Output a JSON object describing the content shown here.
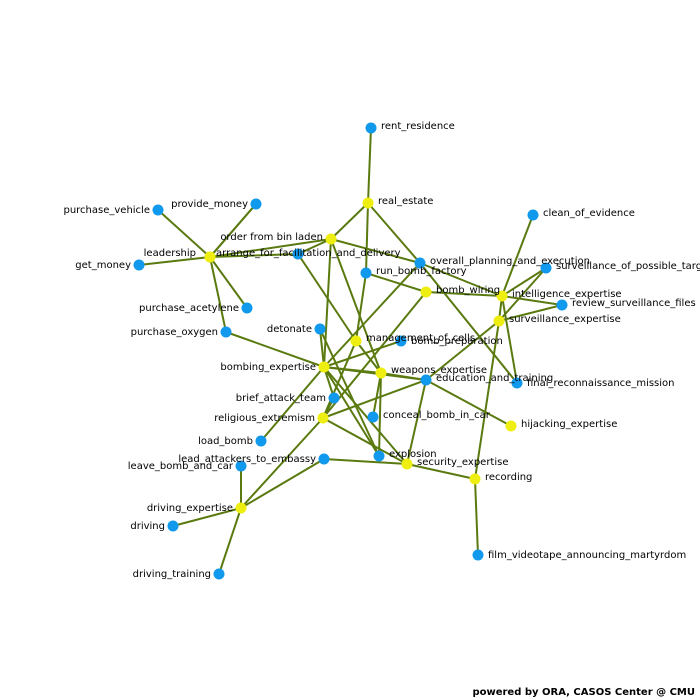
{
  "colors": {
    "background": "#ffffff",
    "edge": "#5a7a10",
    "task_node": "#1199ee",
    "knowledge_node": "#eeee11",
    "label": "#000000"
  },
  "footer": "powered by ORA, CASOS Center @ CMU",
  "nodes": [
    {
      "id": "rent_residence",
      "label": "rent_residence",
      "type": "task",
      "labelSide": "right"
    },
    {
      "id": "real_estate",
      "label": "real_estate",
      "type": "knowledge",
      "labelSide": "right"
    },
    {
      "id": "order_bin_laden",
      "label": "order from bin laden",
      "type": "knowledge",
      "labelSide": "left"
    },
    {
      "id": "provide_money",
      "label": "provide_money",
      "type": "task",
      "labelSide": "left"
    },
    {
      "id": "purchase_vehicle",
      "label": "purchase_vehicle",
      "type": "task",
      "labelSide": "left"
    },
    {
      "id": "arrange_facilitation",
      "label": "arrange_for_facilitation_and_delivery",
      "type": "knowledge",
      "labelSide": "left"
    },
    {
      "id": "leadership",
      "label": "leadership",
      "type": "knowledge",
      "labelSide": "left"
    },
    {
      "id": "get_money",
      "label": "get_money",
      "type": "task",
      "labelSide": "left"
    },
    {
      "id": "task_298_254",
      "label": "",
      "type": "task",
      "labelSide": "none"
    },
    {
      "id": "overall_planning",
      "label": "overall_planning_and_execution",
      "type": "task",
      "labelSide": "right"
    },
    {
      "id": "run_bomb_factory",
      "label": "run_bomb_factory",
      "type": "task",
      "labelSide": "right"
    },
    {
      "id": "bomb_wiring",
      "label": "bomb_wiring",
      "type": "knowledge",
      "labelSide": "right"
    },
    {
      "id": "clean_of_evidence",
      "label": "clean_of_evidence",
      "type": "task",
      "labelSide": "right"
    },
    {
      "id": "surveillance_possible_targets",
      "label": "surveillance_of_possible_targets",
      "type": "task",
      "labelSide": "right"
    },
    {
      "id": "intelligence_expertise",
      "label": "intelligence_expertise",
      "type": "knowledge",
      "labelSide": "right"
    },
    {
      "id": "review_surveillance_files",
      "label": "review_surveillance_files",
      "type": "task",
      "labelSide": "right"
    },
    {
      "id": "surveillance_expertise",
      "label": "surveillance_expertise",
      "type": "knowledge",
      "labelSide": "right"
    },
    {
      "id": "purchase_acetylene",
      "label": "purchase_acetylene",
      "type": "task",
      "labelSide": "left"
    },
    {
      "id": "purchase_oxygen",
      "label": "purchase_oxygen",
      "type": "task",
      "labelSide": "left"
    },
    {
      "id": "detonate",
      "label": "detonate",
      "type": "task",
      "labelSide": "left"
    },
    {
      "id": "management_of_cells",
      "label": "management_of_cells",
      "type": "knowledge",
      "labelSide": "right"
    },
    {
      "id": "bomb_preparation",
      "label": "bomb_preparation",
      "type": "task",
      "labelSide": "right"
    },
    {
      "id": "bombing_expertise",
      "label": "bombing_expertise",
      "type": "knowledge",
      "labelSide": "left"
    },
    {
      "id": "weapons_expertise",
      "label": "weapons_expertise",
      "type": "knowledge",
      "labelSide": "right"
    },
    {
      "id": "education_training",
      "label": "education_and_training",
      "type": "task",
      "labelSide": "right"
    },
    {
      "id": "final_reconnaissance",
      "label": "final_reconnaissance_mission",
      "type": "task",
      "labelSide": "right"
    },
    {
      "id": "brief_attack_team",
      "label": "brief_attack_team",
      "type": "task",
      "labelSide": "left"
    },
    {
      "id": "religious_extremism",
      "label": "religious_extremism",
      "type": "knowledge",
      "labelSide": "left"
    },
    {
      "id": "conceal_bomb",
      "label": "conceal_bomb_in_car",
      "type": "task",
      "labelSide": "right"
    },
    {
      "id": "hijacking_expertise",
      "label": "hijacking_expertise",
      "type": "knowledge",
      "labelSide": "right"
    },
    {
      "id": "load_bomb",
      "label": "load_bomb",
      "type": "task",
      "labelSide": "left"
    },
    {
      "id": "lead_attackers",
      "label": "lead_attackers_to_embassy",
      "type": "task",
      "labelSide": "left"
    },
    {
      "id": "explosion",
      "label": "explosion",
      "type": "task",
      "labelSide": "right"
    },
    {
      "id": "security_expertise",
      "label": "security_expertise",
      "type": "knowledge",
      "labelSide": "right"
    },
    {
      "id": "recording",
      "label": "recording",
      "type": "knowledge",
      "labelSide": "right"
    },
    {
      "id": "leave_bomb",
      "label": "leave_bomb_and_car",
      "type": "task",
      "labelSide": "left"
    },
    {
      "id": "driving_expertise",
      "label": "driving_expertise",
      "type": "knowledge",
      "labelSide": "left"
    },
    {
      "id": "driving",
      "label": "driving",
      "type": "task",
      "labelSide": "left"
    },
    {
      "id": "driving_training",
      "label": "driving_training",
      "type": "task",
      "labelSide": "left"
    },
    {
      "id": "film_videotape",
      "label": "film_videotape_announcing_martyrdom",
      "type": "task",
      "labelSide": "right"
    }
  ],
  "edges": [
    [
      "rent_residence",
      "real_estate"
    ],
    [
      "real_estate",
      "order_bin_laden"
    ],
    [
      "real_estate",
      "run_bomb_factory"
    ],
    [
      "real_estate",
      "overall_planning"
    ],
    [
      "provide_money",
      "arrange_facilitation"
    ],
    [
      "provide_money",
      "leadership"
    ],
    [
      "purchase_vehicle",
      "arrange_facilitation"
    ],
    [
      "get_money",
      "arrange_facilitation"
    ],
    [
      "arrange_facilitation",
      "task_298_254"
    ],
    [
      "arrange_facilitation",
      "order_bin_laden"
    ],
    [
      "arrange_facilitation",
      "purchase_acetylene"
    ],
    [
      "arrange_facilitation",
      "purchase_oxygen"
    ],
    [
      "order_bin_laden",
      "task_298_254"
    ],
    [
      "order_bin_laden",
      "overall_planning"
    ],
    [
      "order_bin_laden",
      "bombing_expertise"
    ],
    [
      "order_bin_laden",
      "weapons_expertise"
    ],
    [
      "task_298_254",
      "management_of_cells"
    ],
    [
      "overall_planning",
      "intelligence_expertise"
    ],
    [
      "overall_planning",
      "bombing_expertise"
    ],
    [
      "overall_planning",
      "final_reconnaissance"
    ],
    [
      "run_bomb_factory",
      "bomb_wiring"
    ],
    [
      "run_bomb_factory",
      "management_of_cells"
    ],
    [
      "bomb_wiring",
      "intelligence_expertise"
    ],
    [
      "bomb_wiring",
      "religious_extremism"
    ],
    [
      "clean_of_evidence",
      "intelligence_expertise"
    ],
    [
      "surveillance_possible_targets",
      "intelligence_expertise"
    ],
    [
      "surveillance_possible_targets",
      "surveillance_expertise"
    ],
    [
      "review_surveillance_files",
      "intelligence_expertise"
    ],
    [
      "review_surveillance_files",
      "surveillance_expertise"
    ],
    [
      "intelligence_expertise",
      "surveillance_expertise"
    ],
    [
      "intelligence_expertise",
      "final_reconnaissance"
    ],
    [
      "surveillance_expertise",
      "education_training"
    ],
    [
      "purchase_oxygen",
      "bombing_expertise"
    ],
    [
      "detonate",
      "bombing_expertise"
    ],
    [
      "detonate",
      "explosion"
    ],
    [
      "management_of_cells",
      "weapons_expertise"
    ],
    [
      "management_of_cells",
      "religious_extremism"
    ],
    [
      "bomb_preparation",
      "bombing_expertise"
    ],
    [
      "bombing_expertise",
      "weapons_expertise"
    ],
    [
      "bombing_expertise",
      "education_training"
    ],
    [
      "bombing_expertise",
      "brief_attack_team"
    ],
    [
      "bombing_expertise",
      "load_bomb"
    ],
    [
      "bombing_expertise",
      "explosion"
    ],
    [
      "bombing_expertise",
      "security_expertise"
    ],
    [
      "weapons_expertise",
      "education_training"
    ],
    [
      "weapons_expertise",
      "conceal_bomb"
    ],
    [
      "weapons_expertise",
      "explosion"
    ],
    [
      "education_training",
      "religious_extremism"
    ],
    [
      "education_training",
      "hijacking_expertise"
    ],
    [
      "education_training",
      "security_expertise"
    ],
    [
      "religious_extremism",
      "brief_attack_team"
    ],
    [
      "religious_extremism",
      "driving_expertise"
    ],
    [
      "religious_extremism",
      "security_expertise"
    ],
    [
      "lead_attackers",
      "driving_expertise"
    ],
    [
      "lead_attackers",
      "security_expertise"
    ],
    [
      "leave_bomb",
      "driving_expertise"
    ],
    [
      "driving",
      "driving_expertise"
    ],
    [
      "driving_training",
      "driving_expertise"
    ],
    [
      "security_expertise",
      "recording"
    ],
    [
      "recording",
      "surveillance_expertise"
    ],
    [
      "recording",
      "film_videotape"
    ]
  ]
}
